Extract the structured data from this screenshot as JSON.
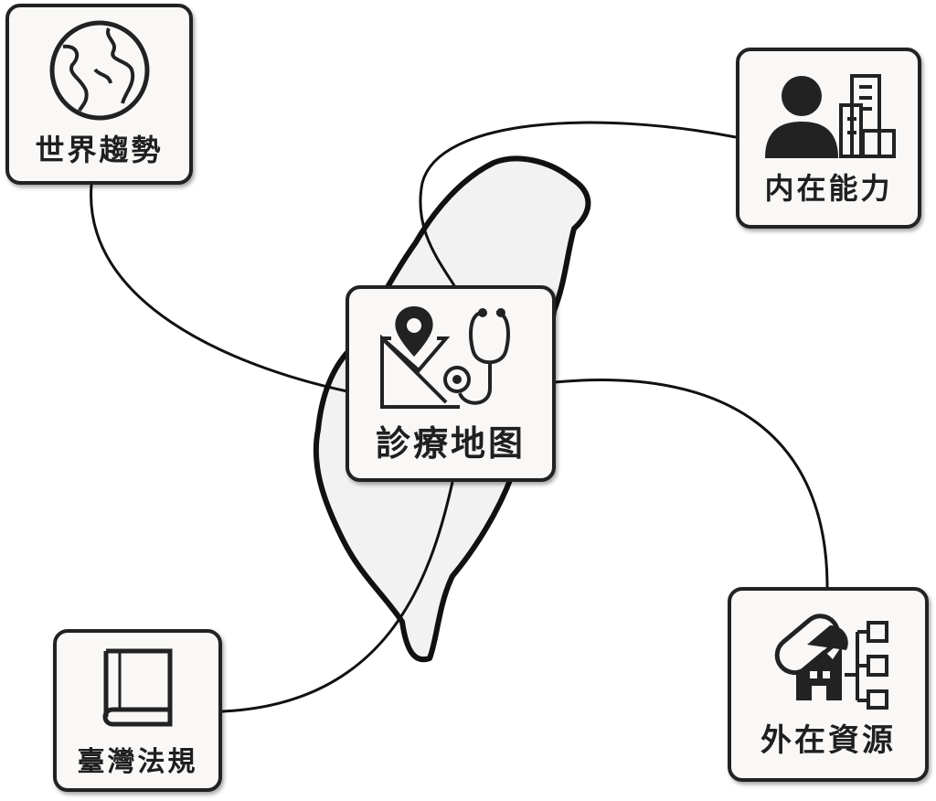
{
  "center": {
    "label": "診療地图",
    "icon": "map-stethoscope-icon"
  },
  "nodes": {
    "world": {
      "label": "世界趨勢",
      "icon": "globe-icon"
    },
    "internal": {
      "label": "内在能力",
      "icon": "person-building-icon"
    },
    "external": {
      "label": "外在資源",
      "icon": "pill-building-network-icon"
    },
    "law": {
      "label": "臺灣法規",
      "icon": "book-icon"
    }
  },
  "colors": {
    "stroke": "#222222",
    "box": "#faf8f6",
    "island": "#f2f2f2"
  }
}
